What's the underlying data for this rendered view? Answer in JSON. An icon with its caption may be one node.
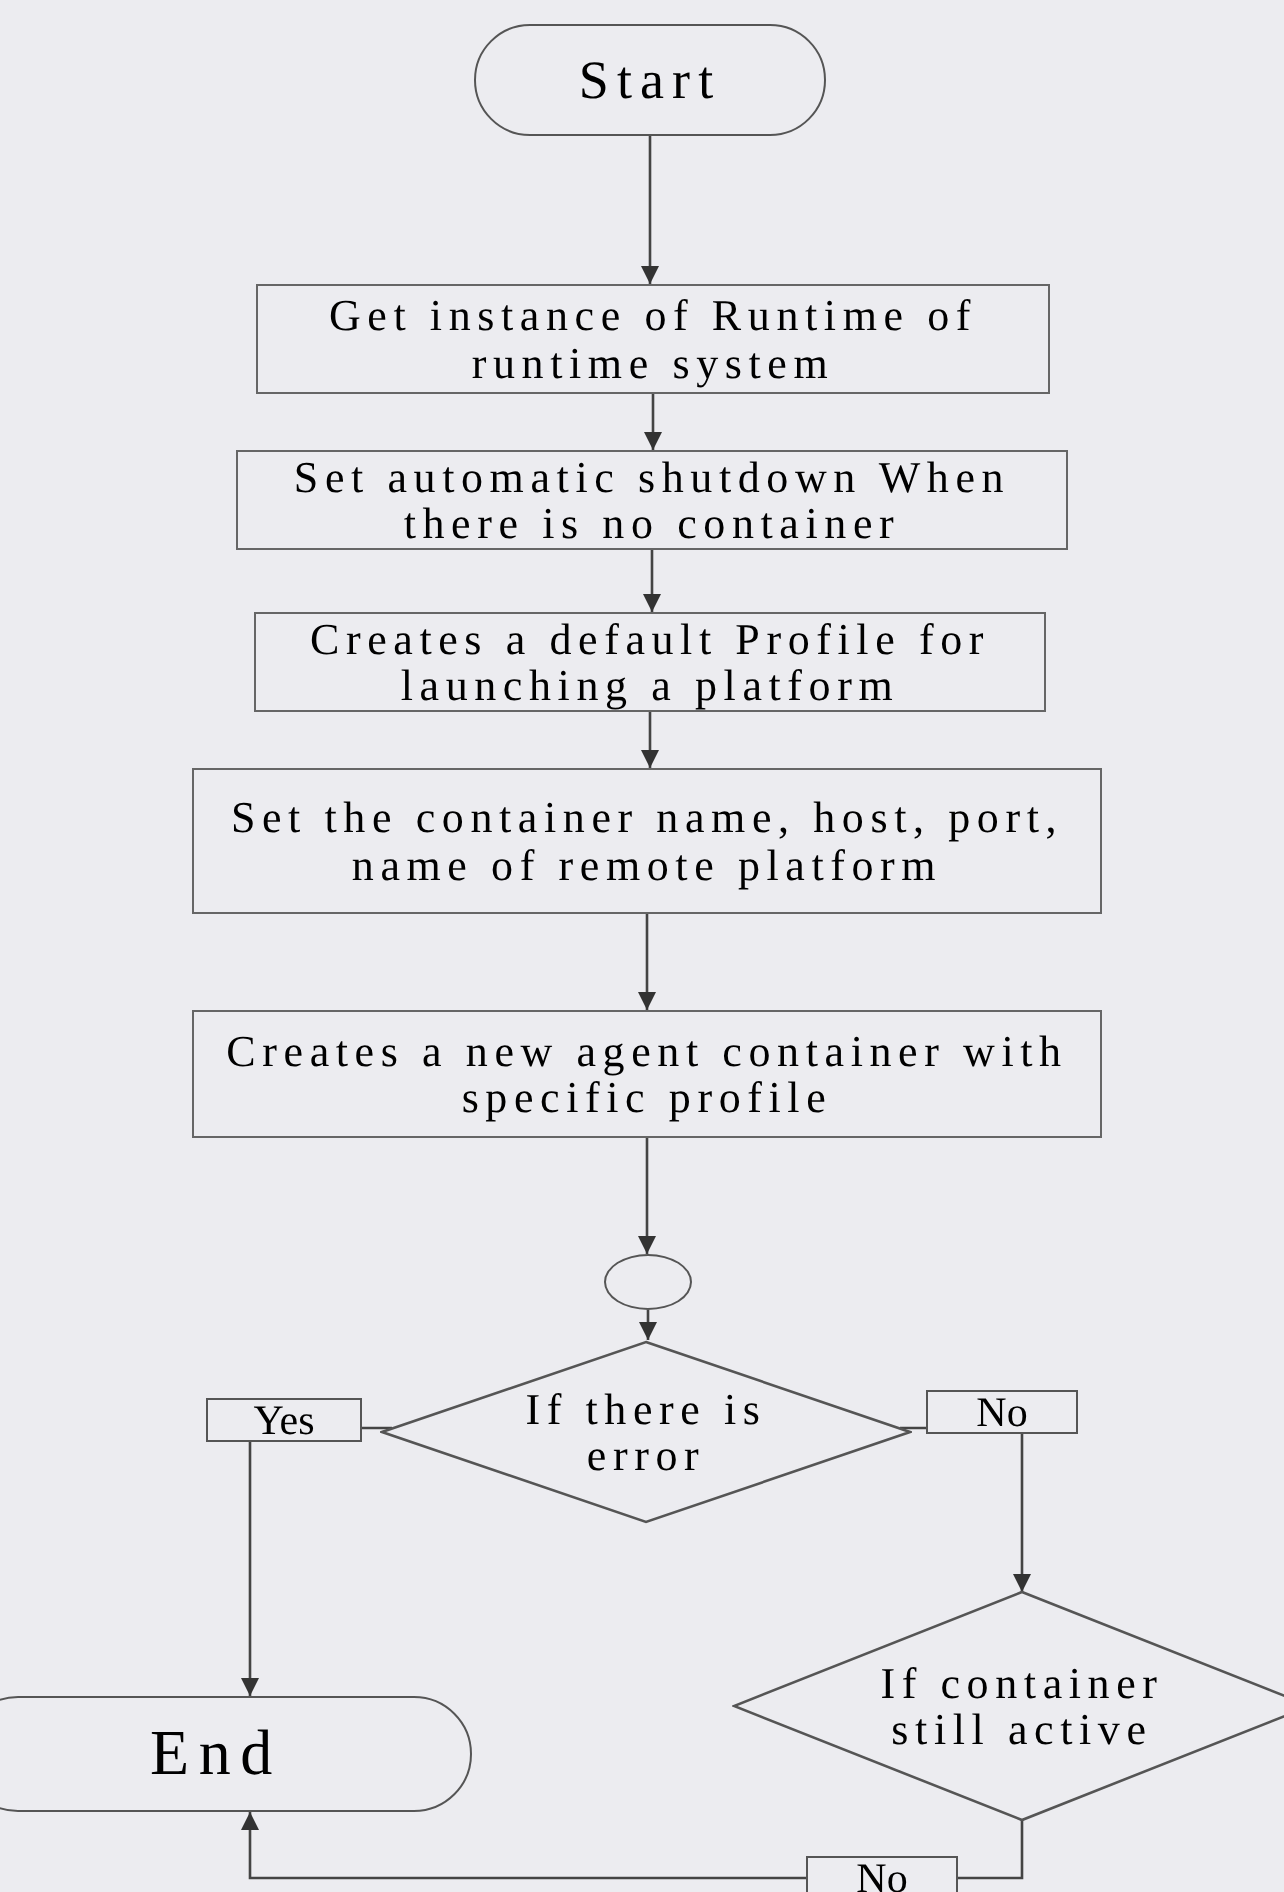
{
  "diagram": {
    "nodes": [
      {
        "text": [
          "Start"
        ]
      },
      {
        "text": [
          "Get instance of Runtime of runtime system"
        ]
      },
      {
        "text": [
          "Set automatic shutdown When there is no container"
        ]
      },
      {
        "text": [
          "Creates a default Profile for launching a platform"
        ]
      },
      {
        "text": [
          "Set the container name, host, port, name of remote platform"
        ]
      },
      {
        "text": [
          "Creates a new agent container with specific profile"
        ]
      },
      {
        "text": [],
        "shape": "circle"
      },
      {
        "text": [
          "If there is error"
        ]
      },
      {
        "text": [
          "End"
        ]
      },
      {
        "text": [
          "If container still active"
        ]
      }
    ],
    "edges": [
      {
        "from": 0,
        "to": 1,
        "arrow": "to"
      },
      {
        "from": 1,
        "to": 2,
        "arrow": "to"
      },
      {
        "from": 2,
        "to": 3,
        "arrow": "to"
      },
      {
        "from": 3,
        "to": 4,
        "arrow": "to"
      },
      {
        "from": 4,
        "to": 5,
        "arrow": "to"
      },
      {
        "from": 5,
        "to": 6,
        "arrow": "to"
      },
      {
        "from": 6,
        "to": 7,
        "arrow": "to"
      },
      {
        "from": 7,
        "to": 8,
        "arrow": "to",
        "label": "Yes"
      },
      {
        "from": 7,
        "to": 9,
        "arrow": "to",
        "label": "No"
      },
      {
        "from": 9,
        "to": 8,
        "arrow": "to",
        "label": "No"
      }
    ]
  }
}
